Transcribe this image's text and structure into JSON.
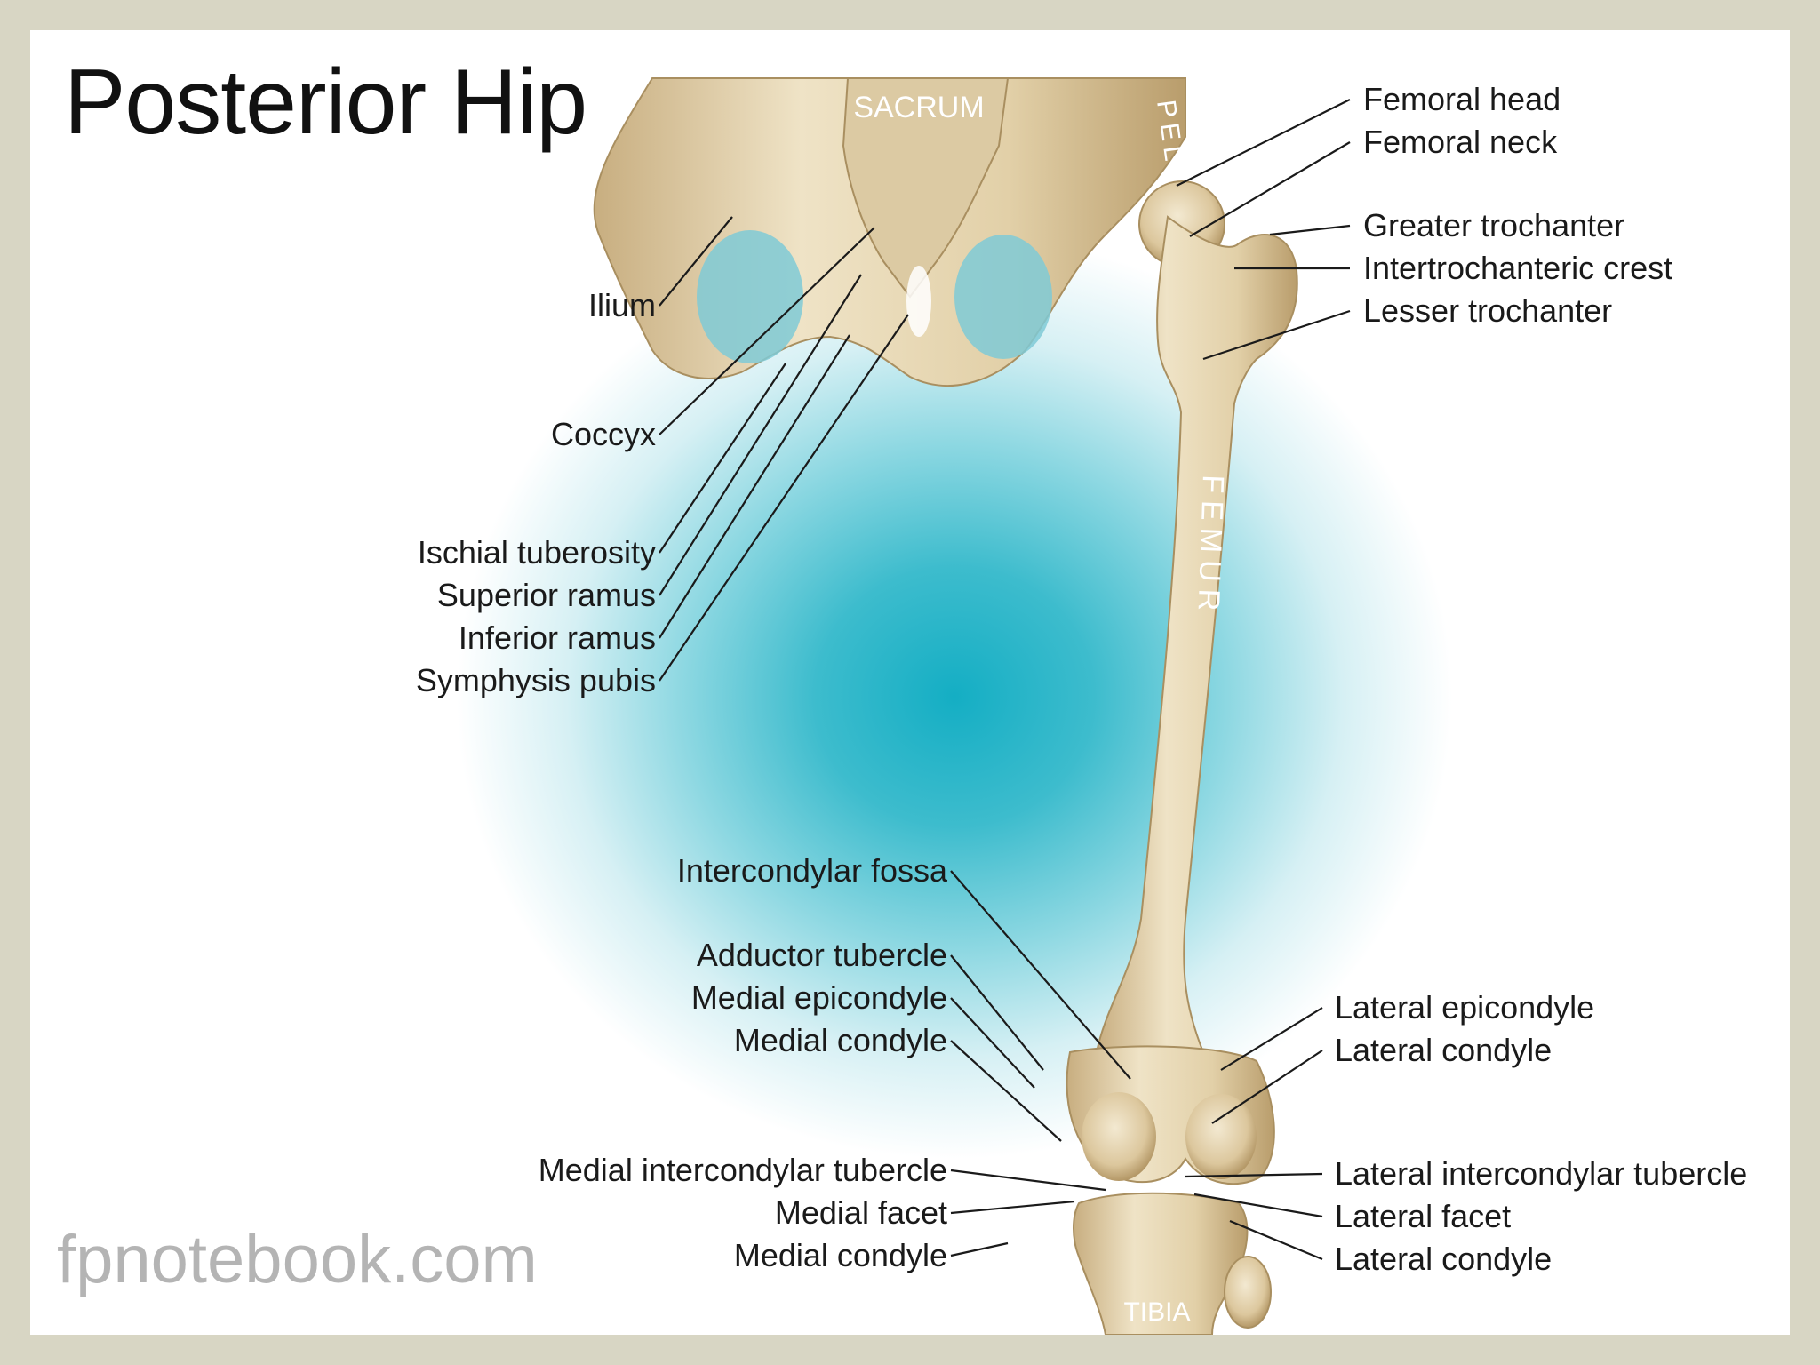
{
  "title": "Posterior Hip",
  "watermark": "fpnotebook.com",
  "bone_names": {
    "sacrum": "SACRUM",
    "pelvis": "PELVIS",
    "femur": "FEMUR",
    "tibia": "TIBIA"
  },
  "labels_left": {
    "ilium": "Ilium",
    "coccyx": "Coccyx",
    "ischial_tuberosity": "Ischial tuberosity",
    "superior_ramus": "Superior ramus",
    "inferior_ramus": "Inferior ramus",
    "symphysis_pubis": "Symphysis pubis",
    "intercondylar_fossa": "Intercondylar fossa",
    "adductor_tubercle": "Adductor tubercle",
    "medial_epicondyle": "Medial epicondyle",
    "medial_condyle_femur": "Medial condyle",
    "medial_intercondylar_tubercle": "Medial intercondylar tubercle",
    "medial_facet": "Medial facet",
    "medial_condyle_tibia": "Medial condyle"
  },
  "labels_right": {
    "femoral_head": "Femoral head",
    "femoral_neck": "Femoral neck",
    "greater_trochanter": "Greater trochanter",
    "intertrochanteric_crest": "Intertrochanteric crest",
    "lesser_trochanter": "Lesser trochanter",
    "lateral_epicondyle": "Lateral epicondyle",
    "lateral_condyle_femur": "Lateral condyle",
    "lateral_intercondylar_tubercle": "Lateral intercondylar tubercle",
    "lateral_facet": "Lateral facet",
    "lateral_condyle_tibia": "Lateral condyle"
  },
  "colors": {
    "bone": "#e6d7b4",
    "bone_shade": "#c4ab7e",
    "background_center": "#14aec4",
    "frame": "#d8d6c4",
    "leader_line": "#1a1a1a"
  }
}
